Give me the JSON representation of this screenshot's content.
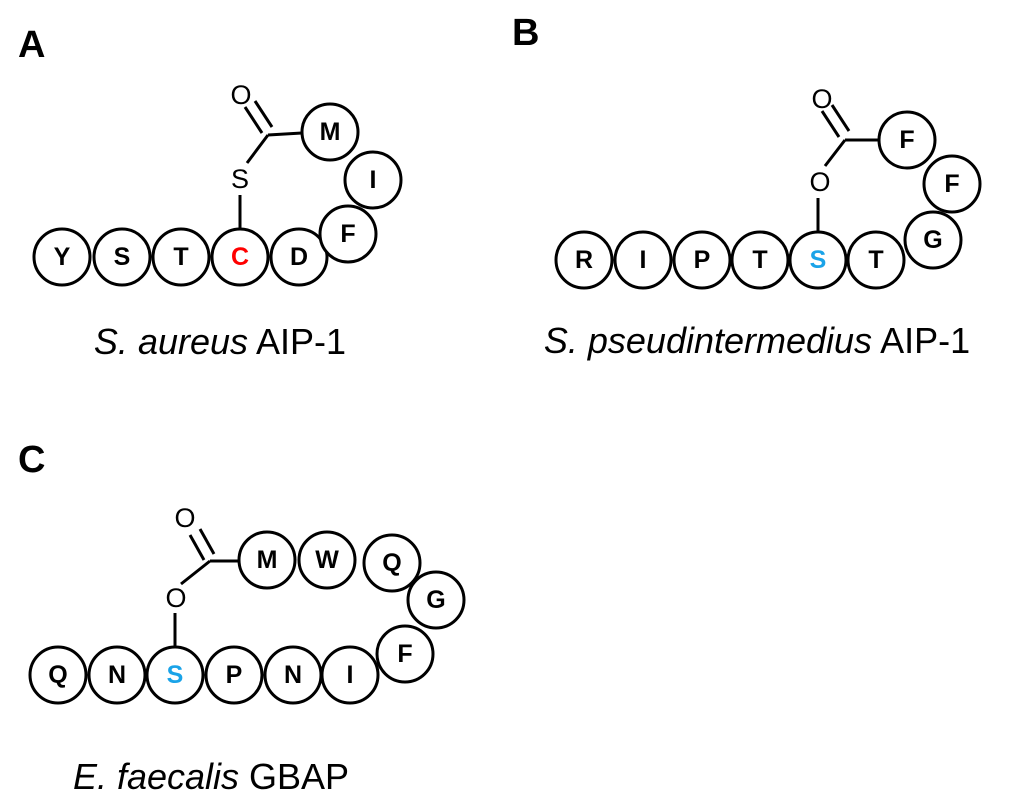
{
  "panels": [
    {
      "letter": "A",
      "caption_italic": "S. aureus",
      "caption_plain": " AIP-1",
      "ring_atom": "S",
      "carbonyl_atom": "O",
      "residues": [
        {
          "label": "Y",
          "color": "#000000"
        },
        {
          "label": "S",
          "color": "#000000"
        },
        {
          "label": "T",
          "color": "#000000"
        },
        {
          "label": "C",
          "color": "#ff0000"
        },
        {
          "label": "D",
          "color": "#000000"
        },
        {
          "label": "F",
          "color": "#000000"
        },
        {
          "label": "I",
          "color": "#000000"
        },
        {
          "label": "M",
          "color": "#000000"
        }
      ]
    },
    {
      "letter": "B",
      "caption_italic": "S. pseudintermedius",
      "caption_plain": " AIP-1",
      "ring_atom": "O",
      "carbonyl_atom": "O",
      "residues": [
        {
          "label": "R",
          "color": "#000000"
        },
        {
          "label": "I",
          "color": "#000000"
        },
        {
          "label": "P",
          "color": "#000000"
        },
        {
          "label": "T",
          "color": "#000000"
        },
        {
          "label": "S",
          "color": "#1aa3e8"
        },
        {
          "label": "T",
          "color": "#000000"
        },
        {
          "label": "G",
          "color": "#000000"
        },
        {
          "label": "F",
          "color": "#000000"
        },
        {
          "label": "F",
          "color": "#000000"
        }
      ]
    },
    {
      "letter": "C",
      "caption_italic": "E. faecalis",
      "caption_plain": " GBAP",
      "ring_atom": "O",
      "carbonyl_atom": "O",
      "residues": [
        {
          "label": "Q",
          "color": "#000000"
        },
        {
          "label": "N",
          "color": "#000000"
        },
        {
          "label": "S",
          "color": "#1aa3e8"
        },
        {
          "label": "P",
          "color": "#000000"
        },
        {
          "label": "N",
          "color": "#000000"
        },
        {
          "label": "I",
          "color": "#000000"
        },
        {
          "label": "F",
          "color": "#000000"
        },
        {
          "label": "G",
          "color": "#000000"
        },
        {
          "label": "Q",
          "color": "#000000"
        },
        {
          "label": "W",
          "color": "#000000"
        },
        {
          "label": "M",
          "color": "#000000"
        }
      ]
    }
  ]
}
